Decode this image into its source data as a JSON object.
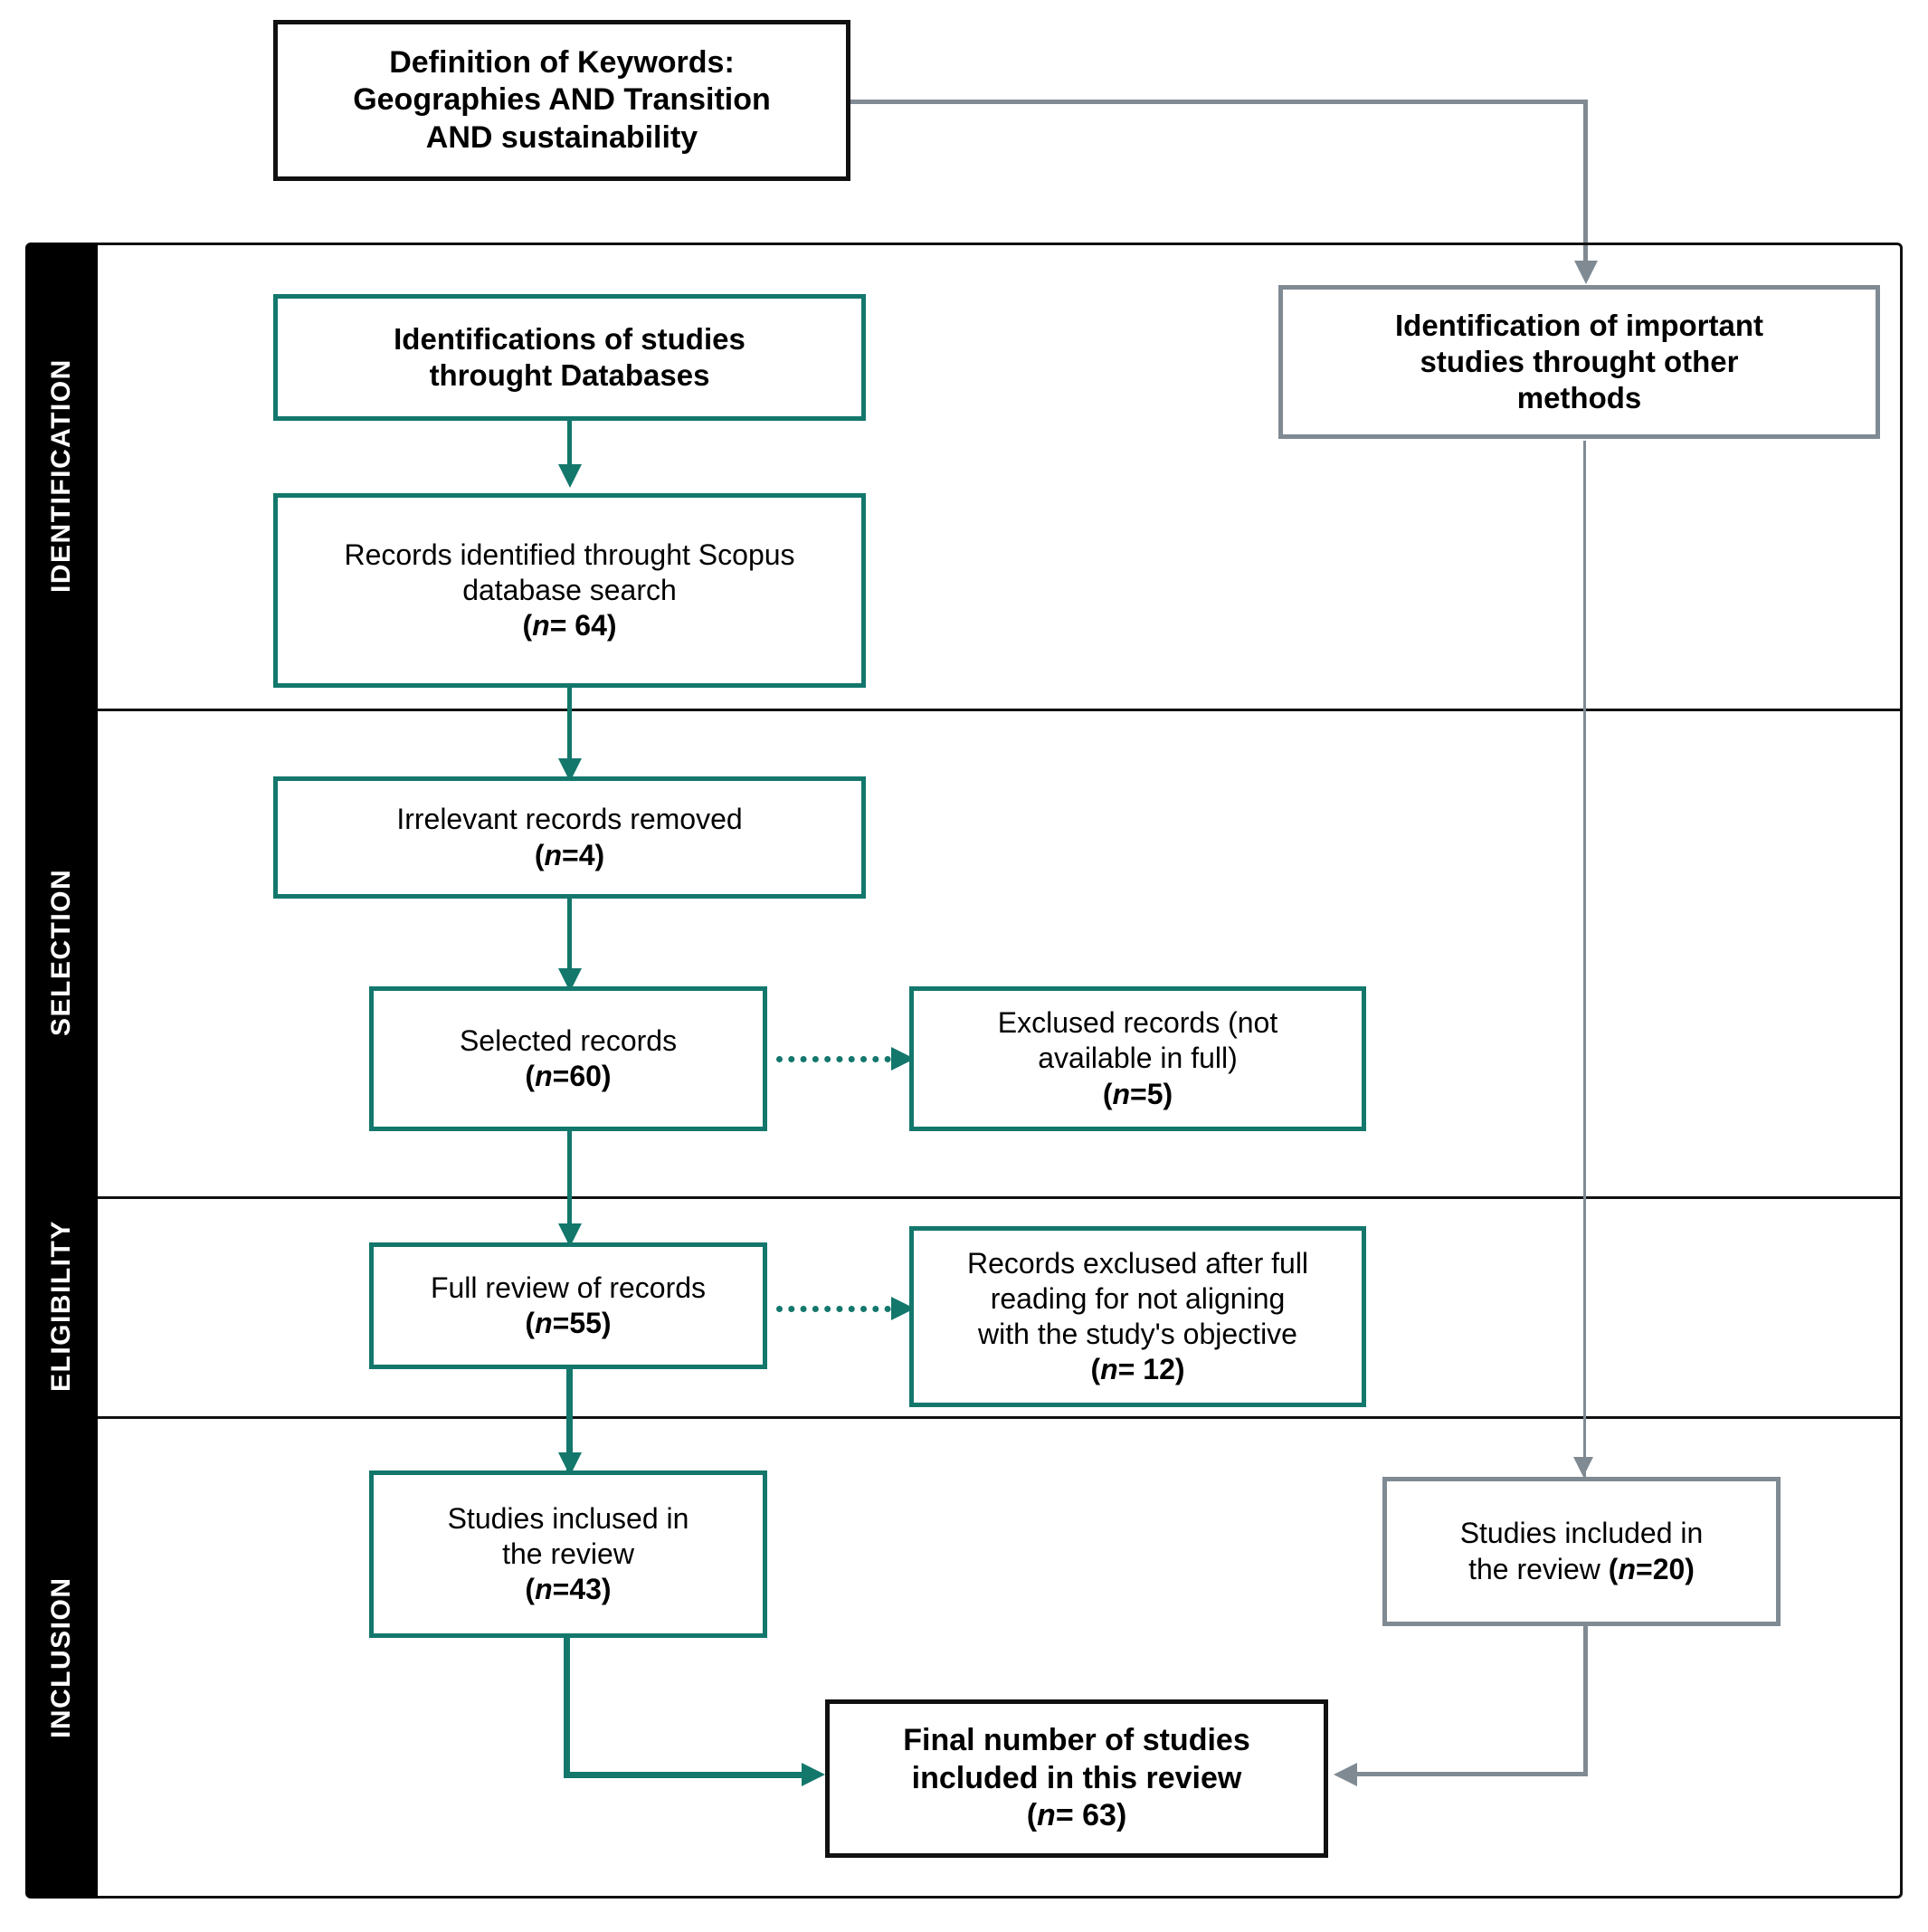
{
  "diagram": {
    "title": "PRISMA study selection flow diagram",
    "colors": {
      "teal": "#13776c",
      "gray": "#7f8a93",
      "black": "#111111",
      "sidebar_bg": "#000000",
      "sidebar_text": "#ffffff"
    }
  },
  "sidebar": {
    "stages": [
      {
        "label": "IDENTIFICATION"
      },
      {
        "label": "SELECTION"
      },
      {
        "label": "ELIGIBILITY"
      },
      {
        "label": "INCLUSION"
      }
    ]
  },
  "nodes": {
    "keywords": {
      "line1": "Definition of Keywords:",
      "line2": "Geographies AND Transition",
      "line3": "AND sustainability"
    },
    "db_identification": {
      "line1": "Identifications of studies",
      "line2": "throught Databases"
    },
    "other_identification": {
      "line1": "Identification of important",
      "line2": "studies throught other",
      "line3": "methods"
    },
    "scopus_records": {
      "line1": "Records identified throught Scopus",
      "line2": "database search",
      "count": "(n= 64)",
      "n_value": 64
    },
    "irrelevant_removed": {
      "line1": "Irrelevant records removed",
      "count": "(n=4)",
      "n_value": 4
    },
    "selected_records": {
      "line1": "Selected records",
      "count": "(n=60)",
      "n_value": 60
    },
    "excluded_not_full": {
      "line1": "Exclused records (not",
      "line2": "available in full)",
      "count": "(n=5)",
      "n_value": 5
    },
    "full_review": {
      "line1": "Full review of records",
      "count": "(n=55)",
      "n_value": 55
    },
    "excluded_after_reading": {
      "line1": "Records exclused after full",
      "line2": "reading for not aligning",
      "line3": "with the study's objective",
      "count": "(n= 12)",
      "n_value": 12
    },
    "included_db": {
      "line1": "Studies inclused in",
      "line2": "the review",
      "count": "(n=43)",
      "n_value": 43
    },
    "included_other": {
      "line1": "Studies included in",
      "line2_prefix": "the review ",
      "count": "(n=20)",
      "n_value": 20
    },
    "final_total": {
      "line1": "Final number of studies",
      "line2": "included in this review",
      "count": "(n= 63)",
      "n_value": 63
    }
  },
  "chart_data": {
    "type": "diagram",
    "flow": "PRISMA",
    "stages": [
      "IDENTIFICATION",
      "SELECTION",
      "ELIGIBILITY",
      "INCLUSION"
    ],
    "counts": {
      "records_identified_scopus": 64,
      "irrelevant_records_removed": 4,
      "selected_records": 60,
      "excluded_not_available_full": 5,
      "full_review_of_records": 55,
      "excluded_after_full_reading": 12,
      "included_from_databases": 43,
      "included_from_other_methods": 20,
      "final_included": 63
    }
  }
}
